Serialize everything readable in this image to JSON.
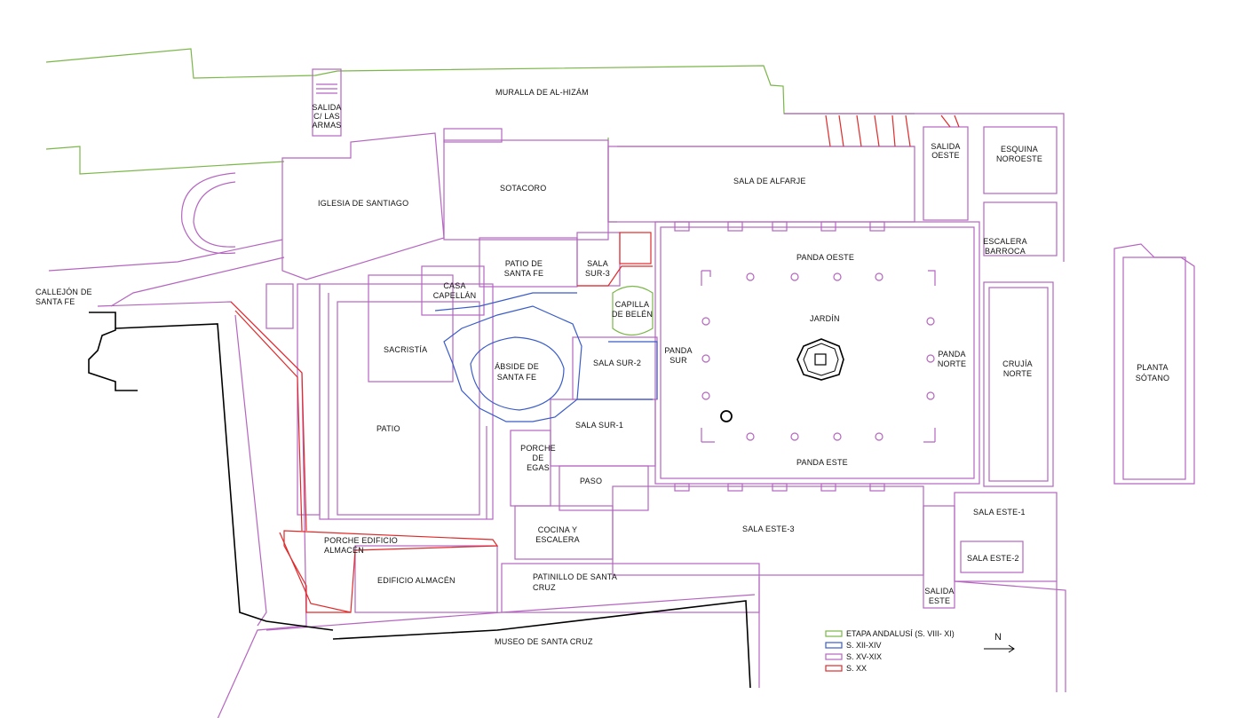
{
  "labels": {
    "muralla": "MURALLA DE AL-HIZÁM",
    "salida_armas_1": "SALIDA",
    "salida_armas_2": "C/ LAS",
    "salida_armas_3": "ARMAS",
    "iglesia": "IGLESIA DE SANTIAGO",
    "sotacoro": "SOTACORO",
    "sala_alfarje": "SALA DE ALFARJE",
    "salida_oeste_1": "SALIDA",
    "salida_oeste_2": "OESTE",
    "esquina_1": "ESQUINA",
    "esquina_2": "NOROESTE",
    "escalera_barroca_1": "ESCALERA",
    "escalera_barroca_2": "BARROCA",
    "panda_oeste": "PANDA OESTE",
    "jardin": "JARDÍN",
    "panda_sur_1": "PANDA",
    "panda_sur_2": "SUR",
    "panda_norte_1": "PANDA",
    "panda_norte_2": "NORTE",
    "panda_este": "PANDA ESTE",
    "crujia_1": "CRUJÍA",
    "crujia_2": "NORTE",
    "planta_1": "PLANTA",
    "planta_2": "SÓTANO",
    "callejon_1": "CALLEJÓN DE",
    "callejon_2": "SANTA FE",
    "patio_santa_fe_1": "PATIO DE",
    "patio_santa_fe_2": "SANTA FE",
    "sala_sur3_1": "SALA",
    "sala_sur3_2": "SUR-3",
    "casa_1": "CASA",
    "casa_2": "CAPELLÁN",
    "capilla_1": "CAPILLA",
    "capilla_2": "DE BELÉN",
    "sacristia": "SACRISTÍA",
    "abside_1": "ÁBSIDE DE",
    "abside_2": "SANTA FE",
    "sala_sur2": "SALA SUR-2",
    "sala_sur1": "SALA SUR-1",
    "patio": "PATIO",
    "porche_egas_1": "PORCHE",
    "porche_egas_2": "DE",
    "porche_egas_3": "EGAS",
    "paso": "PASO",
    "cocina_1": "COCINA Y",
    "cocina_2": "ESCALERA",
    "sala_este3": "SALA ESTE-3",
    "sala_este1": "SALA ESTE-1",
    "sala_este2": "SALA ESTE-2",
    "salida_este_1": "SALIDA",
    "salida_este_2": "ESTE",
    "porche_almacen_1": "PORCHE EDIFICIO",
    "porche_almacen_2": "ALMACÉN",
    "edificio_almacen": "EDIFICIO ALMACÉN",
    "patinillo_1": "PATINILLO DE SANTA",
    "patinillo_2": "CRUZ",
    "museo": "MUSEO DE SANTA CRUZ"
  },
  "legend": {
    "items": [
      {
        "label": "ETAPA ANDALUSÍ (S. VIII- XI)",
        "color": "#7ab648"
      },
      {
        "label": "S. XII-XIV",
        "color": "#3a5cc8"
      },
      {
        "label": "S. XV-XIX",
        "color": "#b565c0"
      },
      {
        "label": "S. XX",
        "color": "#e02a2a"
      }
    ]
  },
  "north_label": "N"
}
